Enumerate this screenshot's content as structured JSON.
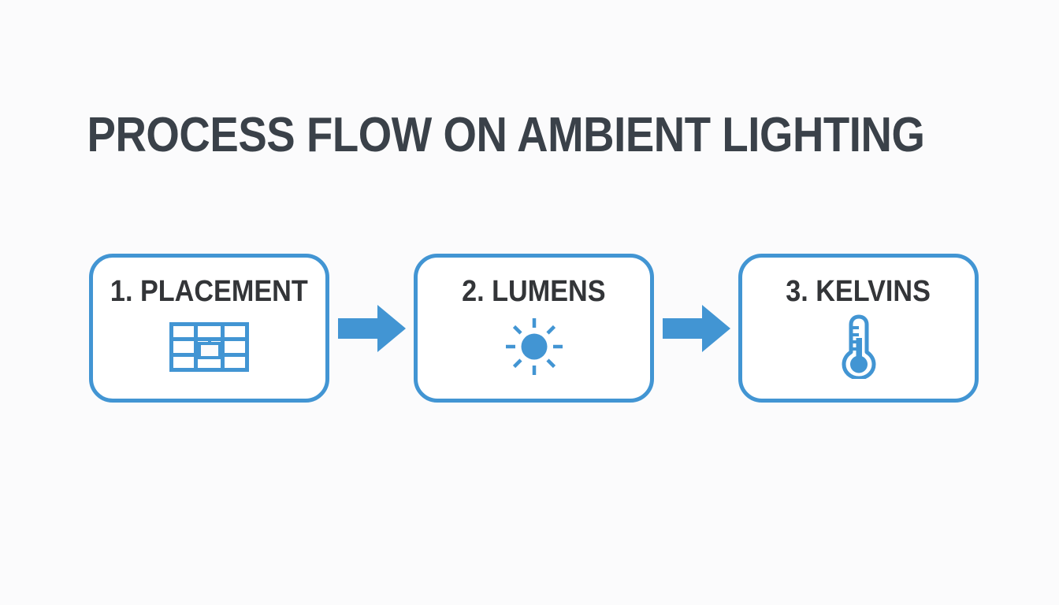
{
  "slide": {
    "background_color": "#fbfbfc",
    "title": "PROCESS FLOW ON AMBIENT LIGHTING",
    "title_color": "#3a4149",
    "accent_color": "#4295d3",
    "label_color": "#333538",
    "box_fill_color": "#ffffff"
  },
  "flow": {
    "steps": [
      {
        "label": "1. PLACEMENT",
        "number": "1",
        "name": "PLACEMENT",
        "icon": "floorplan-grid-icon"
      },
      {
        "label": "2. LUMENS",
        "number": "2",
        "name": "LUMENS",
        "icon": "sun-brightness-icon"
      },
      {
        "label": "3. KELVINS",
        "number": "3",
        "name": "KELVINS",
        "icon": "thermometer-icon"
      }
    ],
    "connectors": [
      {
        "icon": "arrow-right-icon",
        "from": "1. PLACEMENT",
        "to": "2. LUMENS"
      },
      {
        "icon": "arrow-right-icon",
        "from": "2. LUMENS",
        "to": "3. KELVINS"
      }
    ]
  }
}
